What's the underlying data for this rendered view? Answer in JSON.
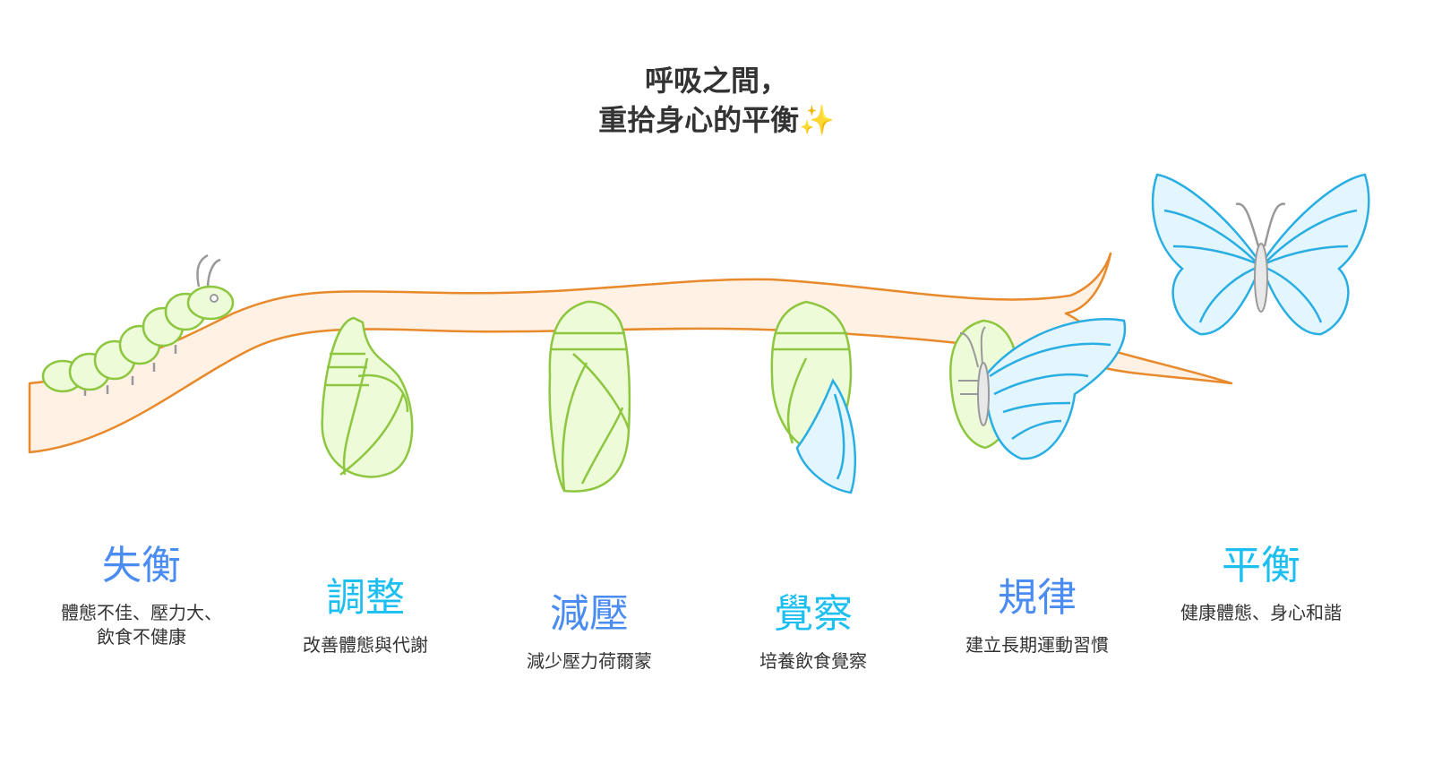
{
  "title": {
    "line1": "呼吸之間，",
    "line2": "重拾身心的平衡✨"
  },
  "colors": {
    "blue": "#4a8cf2",
    "cyan": "#1cbff0",
    "branch_fill": "#fff1e4",
    "branch_stroke": "#e8892b",
    "green_fill": "#eefbd9",
    "green_stroke": "#8dc63f",
    "wing_fill": "#e3f5fd",
    "wing_stroke": "#29aee3"
  },
  "stages": [
    {
      "heading": "失衡",
      "description": "體態不佳、壓力大、\n飲食不健康",
      "icon": "caterpillar-icon"
    },
    {
      "heading": "調整",
      "description": "改善體態與代謝",
      "icon": "curled-pupa-icon"
    },
    {
      "heading": "減壓",
      "description": "減少壓力荷爾蒙",
      "icon": "chrysalis-icon"
    },
    {
      "heading": "覺察",
      "description": "培養飲食覺察",
      "icon": "opening-chrysalis-icon"
    },
    {
      "heading": "規律",
      "description": "建立長期運動習慣",
      "icon": "emerging-butterfly-icon"
    },
    {
      "heading": "平衡",
      "description": "健康體態、身心和諧",
      "icon": "butterfly-icon"
    }
  ]
}
